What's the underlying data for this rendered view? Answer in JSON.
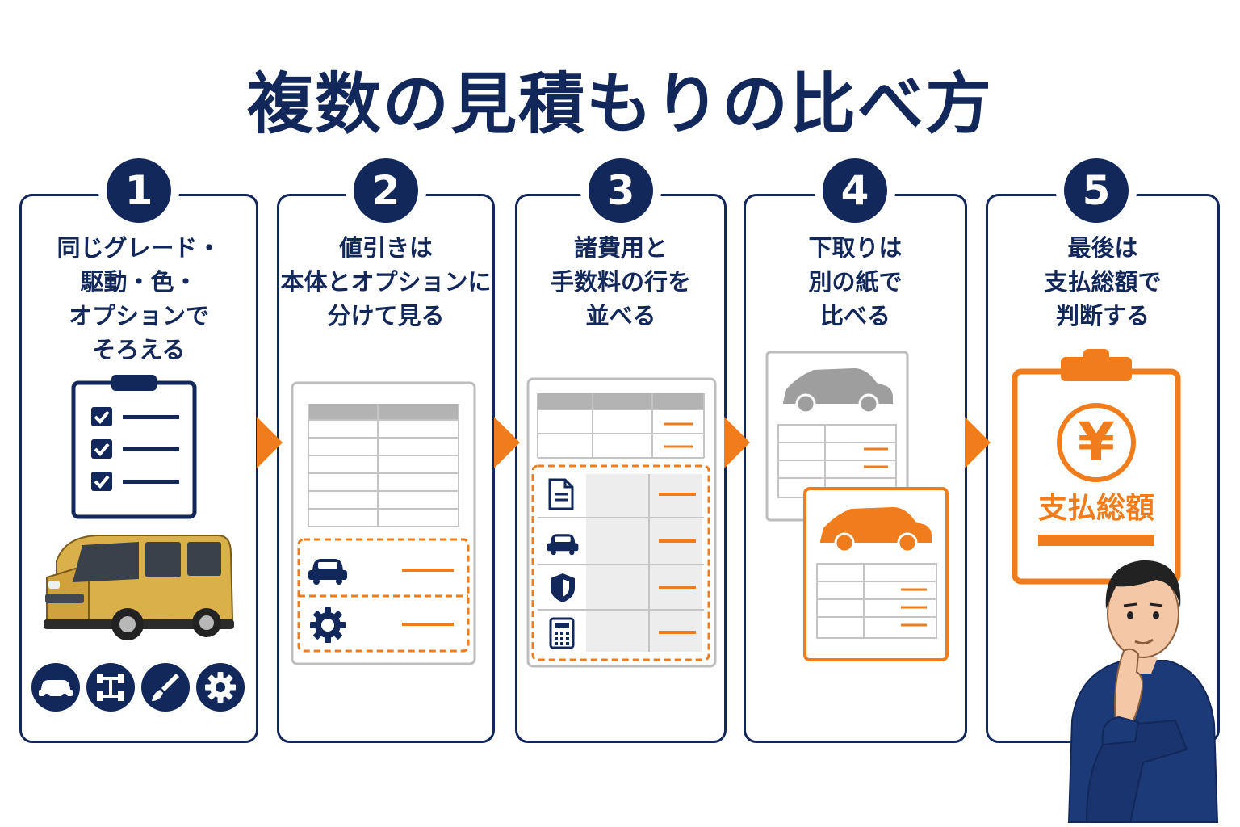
{
  "title": "複数の見積もりの比べ方",
  "colors": {
    "navy": "#13285a",
    "orange": "#f07c1b",
    "gray": "#c8c8c8",
    "car_yellow": "#d9b04a"
  },
  "steps": [
    {
      "number": "1",
      "lines": [
        "同じグレード・",
        "駆動・色・",
        "オプションで",
        "そろえる"
      ],
      "icons": [
        "checklist-icon",
        "car-photo",
        "car-icon",
        "drivetrain-icon",
        "paint-brush-icon",
        "gear-icon"
      ]
    },
    {
      "number": "2",
      "lines": [
        "値引きは",
        "本体とオプションに",
        "分けて見る"
      ],
      "icons": [
        "table-icon",
        "car-icon",
        "gear-icon"
      ]
    },
    {
      "number": "3",
      "lines": [
        "諸費用と",
        "手数料の行を",
        "並べる"
      ],
      "icons": [
        "table-icon",
        "document-icon",
        "car-icon",
        "shield-icon",
        "calculator-icon"
      ]
    },
    {
      "number": "4",
      "lines": [
        "下取りは",
        "別の紙で",
        "比べる"
      ],
      "icons": [
        "gray-car-sheet-icon",
        "orange-car-sheet-icon"
      ]
    },
    {
      "number": "5",
      "lines": [
        "最後は",
        "支払総額で",
        "判断する"
      ],
      "icons": [
        "clipboard-icon",
        "yen-coin-icon",
        "thinking-man-illustration"
      ]
    }
  ],
  "final_card": {
    "yen_symbol": "¥",
    "label": "支払総額"
  }
}
